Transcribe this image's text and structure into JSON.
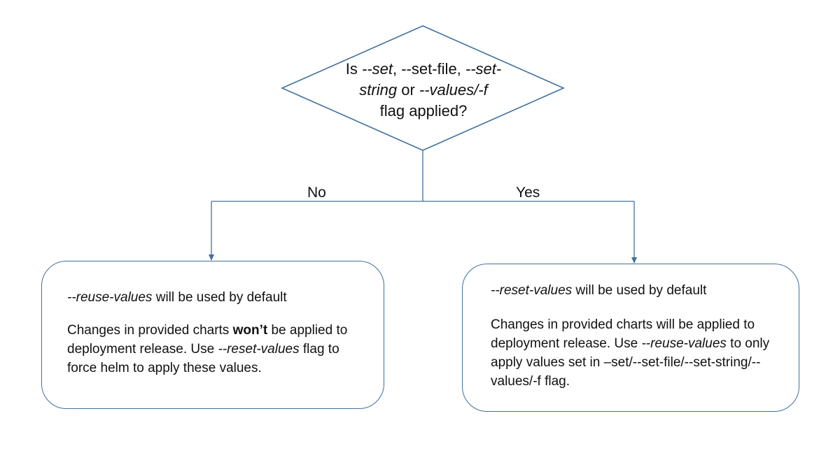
{
  "decision": {
    "line1_pre": "Is ",
    "line1_flag1": "--set",
    "line1_mid": ", --set-file, ",
    "line1_flag2": "--set-",
    "line2_flag": "string",
    "line2_mid": " or ",
    "line2_flag2": "--values/-f",
    "line3": "flag applied?"
  },
  "branches": {
    "no_label": "No",
    "yes_label": "Yes"
  },
  "outcome_no": {
    "title_flag": "--reuse-values",
    "title_rest": " will be used by default",
    "body_pre": "Changes in provided charts ",
    "body_bold": "won’t",
    "body_mid": " be applied to deployment release. Use ",
    "body_flag": "--reset-values",
    "body_post": " flag to force helm to apply these values."
  },
  "outcome_yes": {
    "title_flag": "--reset-values",
    "title_rest": " will be used by default",
    "body_pre": "Changes in provided charts will be applied to deployment release. Use ",
    "body_flag": "--reuse-values",
    "body_post": " to only apply values set in –set/--set-file/--set-string/--values/-f flag."
  },
  "colors": {
    "stroke": "#41709c",
    "text": "#111111"
  }
}
